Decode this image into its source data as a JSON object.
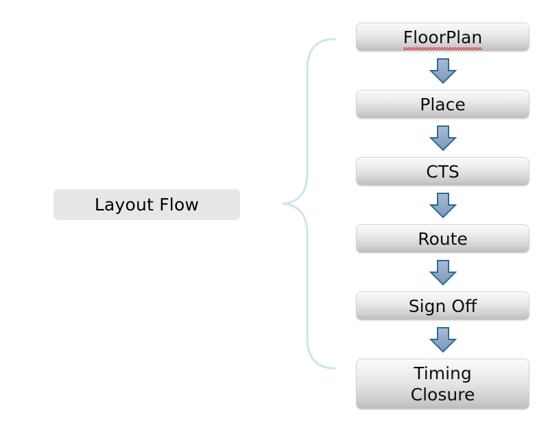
{
  "diagram": {
    "title": "Layout Flow",
    "root": {
      "label": "Layout Flow"
    },
    "connector": {
      "type": "curly-brace",
      "orientation": "left-pointing",
      "color": "#cfe5ea"
    },
    "arrow": {
      "icon": "down-arrow-icon",
      "border_color": "#2b6a94",
      "fill_top": "#9fb4cd",
      "fill_bottom": "#7e9cbe"
    },
    "box_style": {
      "fill_top": "#fbfbfb",
      "fill_bottom": "#bdbdbd",
      "root_fill": "#e8e7e7",
      "text_color": "#0d0d0d"
    },
    "stages": [
      {
        "label": "FloorPlan",
        "misspelled": true,
        "tall": false
      },
      {
        "label": "Place",
        "misspelled": false,
        "tall": false
      },
      {
        "label": "CTS",
        "misspelled": false,
        "tall": false
      },
      {
        "label": "Route",
        "misspelled": false,
        "tall": false
      },
      {
        "label": "Sign Off",
        "misspelled": false,
        "tall": false
      },
      {
        "label": "Timing\nClosure",
        "misspelled": false,
        "tall": true
      }
    ]
  }
}
